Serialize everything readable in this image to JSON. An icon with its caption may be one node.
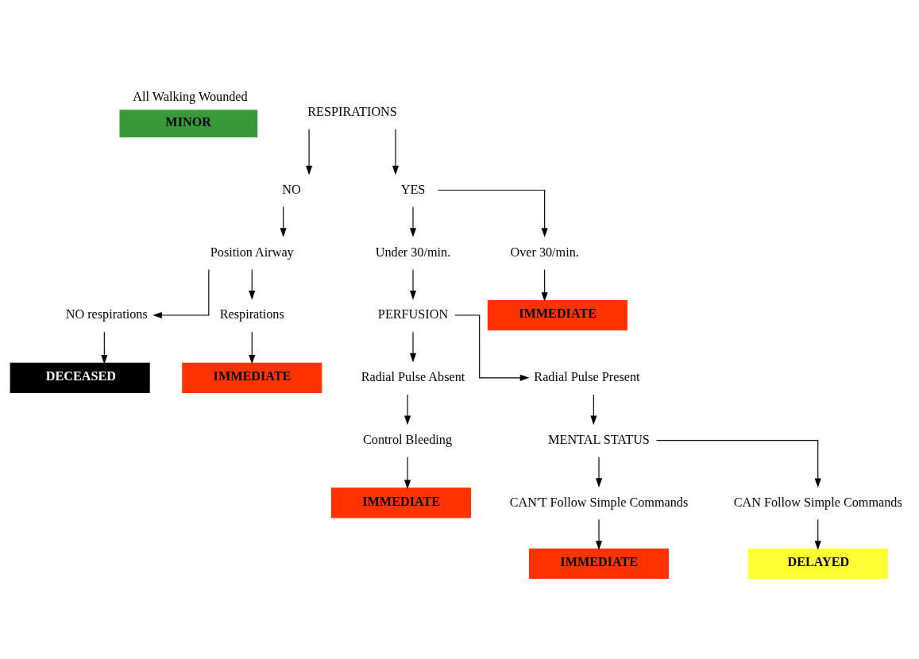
{
  "diagram": {
    "nodes": [
      {
        "text": [
          "All Walking Wounded",
          "MINOR"
        ]
      },
      {
        "text": [
          "RESPIRATIONS"
        ]
      },
      {
        "text": [
          "NO"
        ]
      },
      {
        "text": [
          "YES"
        ]
      },
      {
        "text": [
          "Position Airway"
        ]
      },
      {
        "text": [
          "NO respirations"
        ]
      },
      {
        "text": [
          "Respirations"
        ]
      },
      {
        "text": [
          "DECEASED"
        ]
      },
      {
        "text": [
          "IMMEDIATE"
        ]
      },
      {
        "text": [
          "Under 30/min."
        ]
      },
      {
        "text": [
          "Over 30/min."
        ]
      },
      {
        "text": [
          "IMMEDIATE"
        ]
      },
      {
        "text": [
          "PERFUSION"
        ]
      },
      {
        "text": [
          "Radial Pulse Absent"
        ]
      },
      {
        "text": [
          "Radial Pulse Present"
        ]
      },
      {
        "text": [
          "Control Bleeding"
        ]
      },
      {
        "text": [
          "IMMEDIATE"
        ]
      },
      {
        "text": [
          "MENTAL STATUS"
        ]
      },
      {
        "text": [
          "CAN'T Follow Simple Commands"
        ]
      },
      {
        "text": [
          "CAN Follow Simple Commands"
        ]
      },
      {
        "text": [
          "IMMEDIATE"
        ]
      },
      {
        "text": [
          "DELAYED"
        ]
      }
    ],
    "edges": [
      {
        "from": 1,
        "to": 2,
        "arrow": "to"
      },
      {
        "from": 1,
        "to": 3,
        "arrow": "to"
      },
      {
        "from": 2,
        "to": 4,
        "arrow": "to"
      },
      {
        "from": 3,
        "to": 9,
        "arrow": "to"
      },
      {
        "from": 3,
        "to": 10,
        "arrow": "to"
      },
      {
        "from": 4,
        "to": 5,
        "arrow": "to"
      },
      {
        "from": 4,
        "to": 6,
        "arrow": "to"
      },
      {
        "from": 5,
        "to": 7,
        "arrow": "to"
      },
      {
        "from": 6,
        "to": 8,
        "arrow": "to"
      },
      {
        "from": 10,
        "to": 11,
        "arrow": "to"
      },
      {
        "from": 9,
        "to": 12,
        "arrow": "to"
      },
      {
        "from": 12,
        "to": 13,
        "arrow": "to"
      },
      {
        "from": 12,
        "to": 14,
        "arrow": "to"
      },
      {
        "from": 13,
        "to": 15,
        "arrow": "to"
      },
      {
        "from": 15,
        "to": 16,
        "arrow": "to"
      },
      {
        "from": 14,
        "to": 17,
        "arrow": "to"
      },
      {
        "from": 17,
        "to": 18,
        "arrow": "to"
      },
      {
        "from": 17,
        "to": 19,
        "arrow": "to"
      },
      {
        "from": 18,
        "to": 20,
        "arrow": "to"
      },
      {
        "from": 19,
        "to": 21,
        "arrow": "to"
      }
    ]
  }
}
